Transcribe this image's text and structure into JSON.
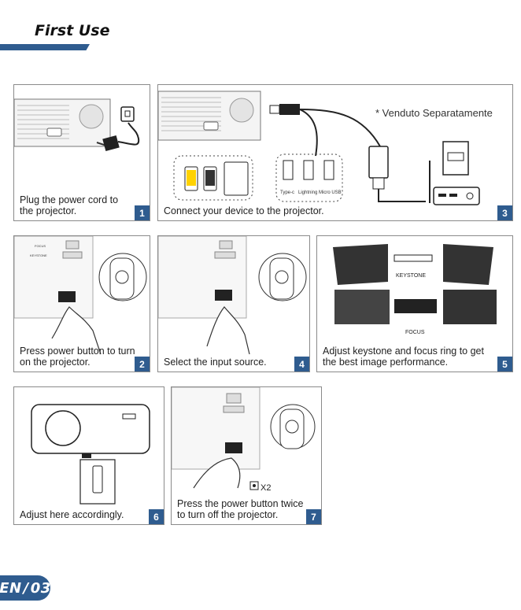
{
  "page": {
    "title": "First Use",
    "footer_lang": "EN",
    "footer_page": "03"
  },
  "colors": {
    "accent": "#2f5c8f",
    "border": "#8a8a8a"
  },
  "steps": [
    {
      "number": "1",
      "caption": "Plug the power cord to\nthe projector."
    },
    {
      "number": "3",
      "caption": "Connect your device to the projector.",
      "note": "* Venduto Separatamente",
      "cable_labels": [
        "Type-c",
        "Lightning",
        "Micro USB"
      ]
    },
    {
      "number": "2",
      "caption": "Press power button to turn\non the projector."
    },
    {
      "number": "4",
      "caption": "Select the input source."
    },
    {
      "number": "5",
      "caption": "Adjust keystone and focus ring to get\nthe best image performance.",
      "labels": [
        "KEYSTONE",
        "FOCUS"
      ]
    },
    {
      "number": "6",
      "caption": "Adjust here accordingly."
    },
    {
      "number": "7",
      "caption": "Press the power button twice\nto turn off the projector.",
      "press_count": "X2"
    }
  ],
  "panel_labels": [
    "FOCUS",
    "KEYSTONE"
  ]
}
